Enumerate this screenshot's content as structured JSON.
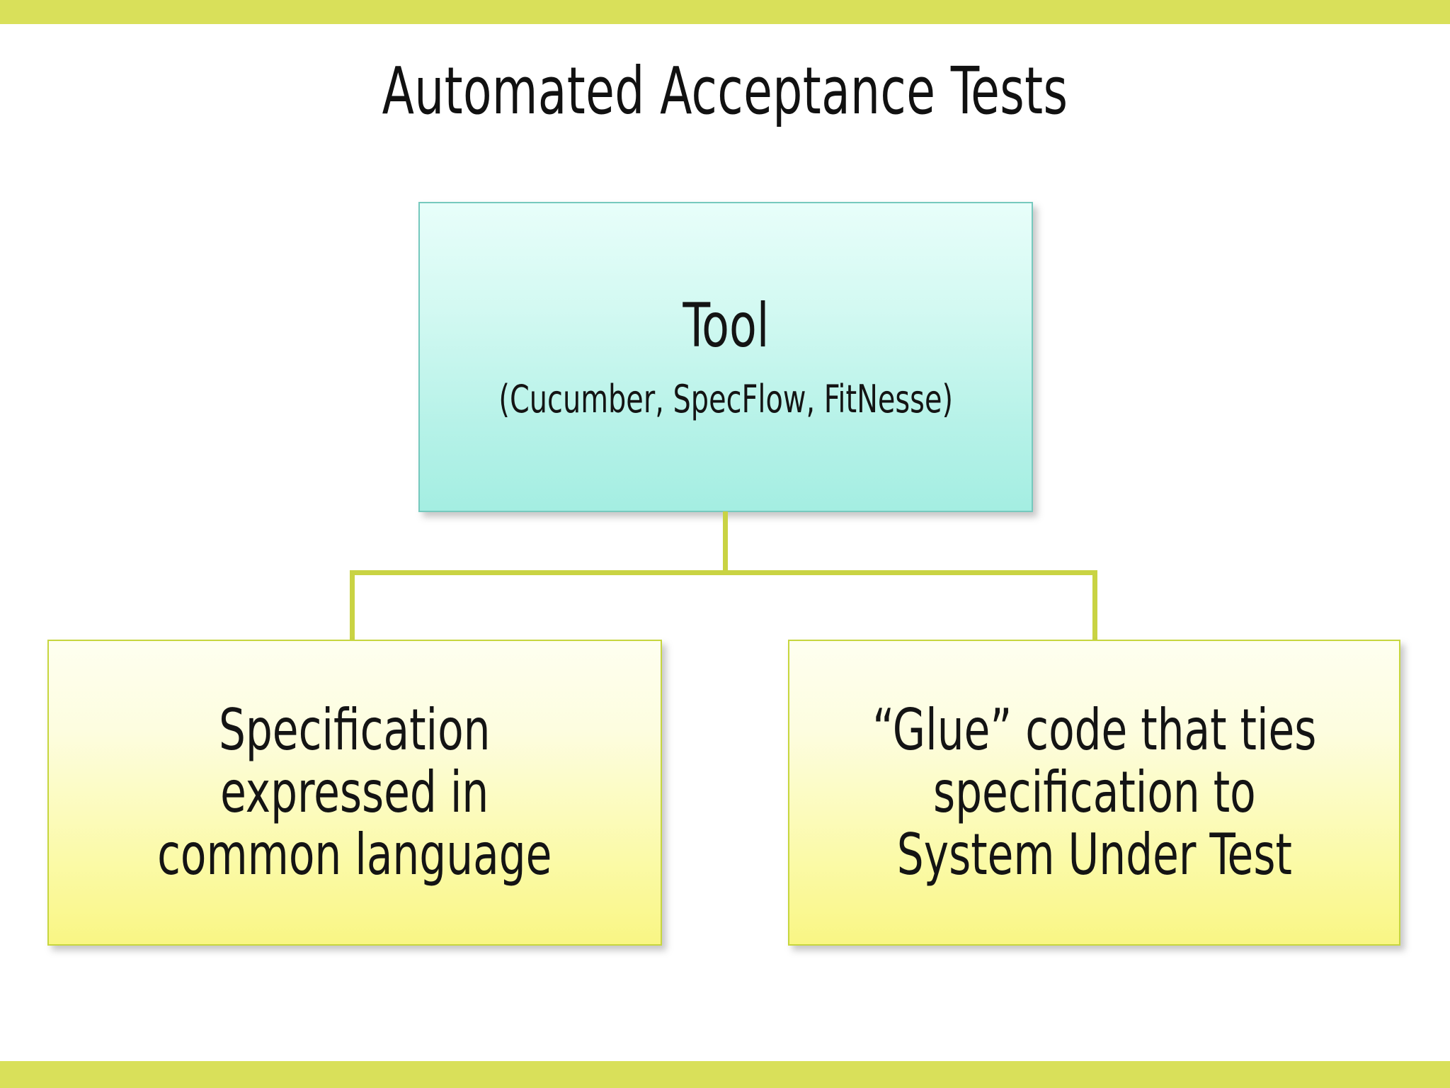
{
  "slide": {
    "title": "Automated Acceptance Tests",
    "background_color": "#FFFFFF",
    "accent_bar_color": "#D9E05A",
    "connector_color": "#C9D343",
    "title_color": "#111111"
  },
  "diagram": {
    "type": "tree",
    "root": {
      "name": "tool-node",
      "title": "Tool",
      "subtitle": "(Cucumber, SpecFlow, FitNesse)",
      "fill_top": "#E8FEFA",
      "fill_bottom": "#A4EEE2",
      "border_color": "#76C9BE"
    },
    "children": [
      {
        "name": "specification-node",
        "text": "Specification\nexpressed in\ncommon language",
        "fill_top": "#FEFFF0",
        "fill_bottom": "#F9F684",
        "border_color": "#C7D63F"
      },
      {
        "name": "glue-code-node",
        "text": "“Glue” code that ties\nspecification to\nSystem Under Test",
        "fill_top": "#FEFFF0",
        "fill_bottom": "#F9F684",
        "border_color": "#C7D63F"
      }
    ]
  }
}
